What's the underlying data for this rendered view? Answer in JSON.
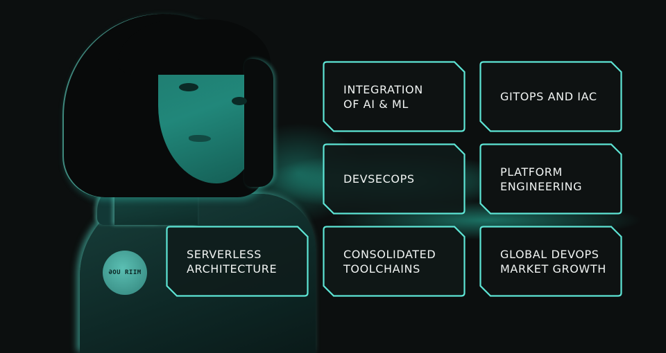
{
  "theme": {
    "accent": "#5ee6d6",
    "background": "#0c0f0f",
    "card_fill": "#0e1212",
    "text": "#f1f4f3"
  },
  "illustration": {
    "subject": "anime-style woman with bob haircut in teal light",
    "patch_text": "ƏOU RIIM"
  },
  "cards": [
    {
      "id": "integration-ai-ml",
      "lines": [
        "INTEGRATION",
        "OF AI & ML"
      ]
    },
    {
      "id": "gitops-iac",
      "lines": [
        "GITOPS AND IAC"
      ]
    },
    {
      "id": "devsecops",
      "lines": [
        "DEVSECOPS"
      ]
    },
    {
      "id": "platform-engineering",
      "lines": [
        "PLATFORM",
        "ENGINEERING"
      ]
    },
    {
      "id": "serverless-architecture",
      "lines": [
        "SERVERLESS",
        "ARCHITECTURE"
      ]
    },
    {
      "id": "consolidated-toolchains",
      "lines": [
        "CONSOLIDATED",
        "TOOLCHAINS"
      ]
    },
    {
      "id": "global-devops-growth",
      "lines": [
        "GLOBAL DEVOPS",
        "MARKET GROWTH"
      ]
    }
  ]
}
